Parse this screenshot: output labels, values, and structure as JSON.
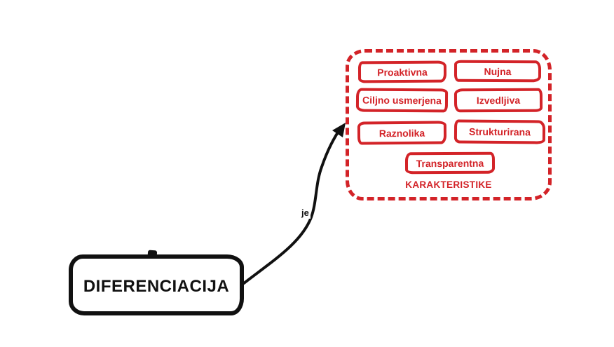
{
  "diagram": {
    "root_node": {
      "label": "DIFERENCIACIJA"
    },
    "edge": {
      "label": "je"
    },
    "group": {
      "title": "KARAKTERISTIKE",
      "items": [
        "Proaktivna",
        "Nujna",
        "Ciljno usmerjena",
        "Izvedljiva",
        "Raznolika",
        "Strukturirana",
        "Transparentna"
      ]
    },
    "colors": {
      "accent_red": "#d32328",
      "ink_black": "#111111",
      "background": "#ffffff"
    }
  }
}
